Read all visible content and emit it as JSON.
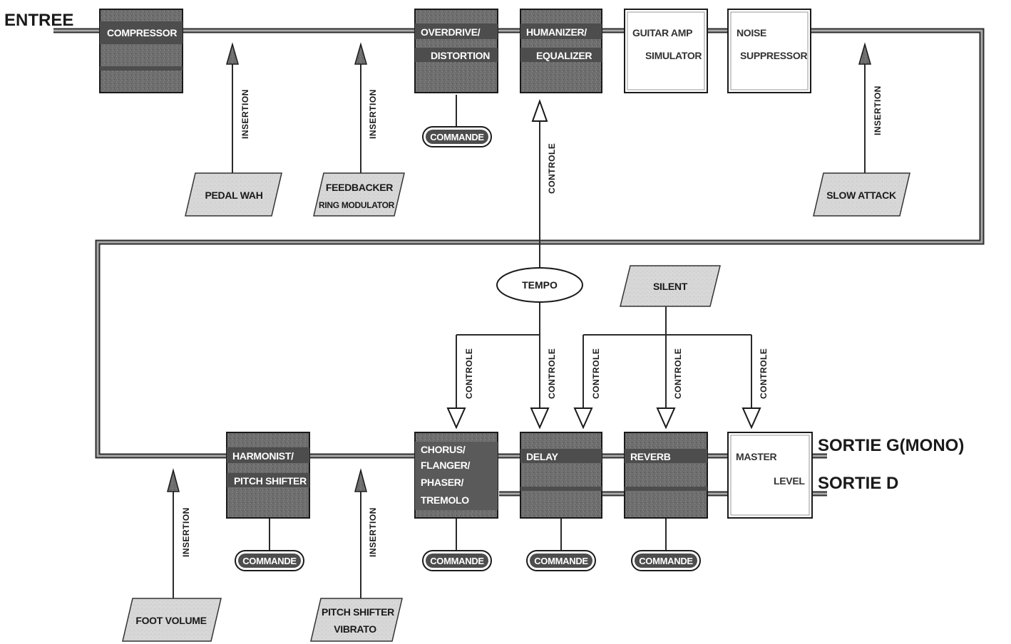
{
  "input_label": "ENTREE",
  "output_left_label": "SORTIE G(MONO)",
  "output_right_label": "SORTIE D",
  "blocks": {
    "compressor": [
      "COMPRESSOR"
    ],
    "overdrive": [
      "OVERDRIVE/",
      "DISTORTION"
    ],
    "humanizer": [
      "HUMANIZER/",
      "EQUALIZER"
    ],
    "guitar_amp": [
      "GUITAR AMP",
      "SIMULATOR"
    ],
    "noise": [
      "NOISE",
      "SUPPRESSOR"
    ],
    "harmonist": [
      "HARMONIST/",
      "PITCH SHIFTER"
    ],
    "chorus": [
      "CHORUS/",
      "FLANGER/",
      "PHASER/",
      "TREMOLO"
    ],
    "delay": [
      "DELAY"
    ],
    "reverb": [
      "REVERB"
    ],
    "master": [
      "MASTER",
      "LEVEL"
    ]
  },
  "insertions": {
    "pedal_wah": [
      "PEDAL WAH"
    ],
    "feedbacker": [
      "FEEDBACKER",
      "RING MODULATOR"
    ],
    "slow_attack": [
      "SLOW ATTACK"
    ],
    "foot_volume": [
      "FOOT VOLUME"
    ],
    "pitch_vibrato": [
      "PITCH SHIFTER",
      "VIBRATO"
    ]
  },
  "silent_label": "SILENT",
  "tempo_label": "TEMPO",
  "insertion_label": "INSERTION",
  "controle_label": "CONTROLE",
  "commande_label": "COMMANDE"
}
